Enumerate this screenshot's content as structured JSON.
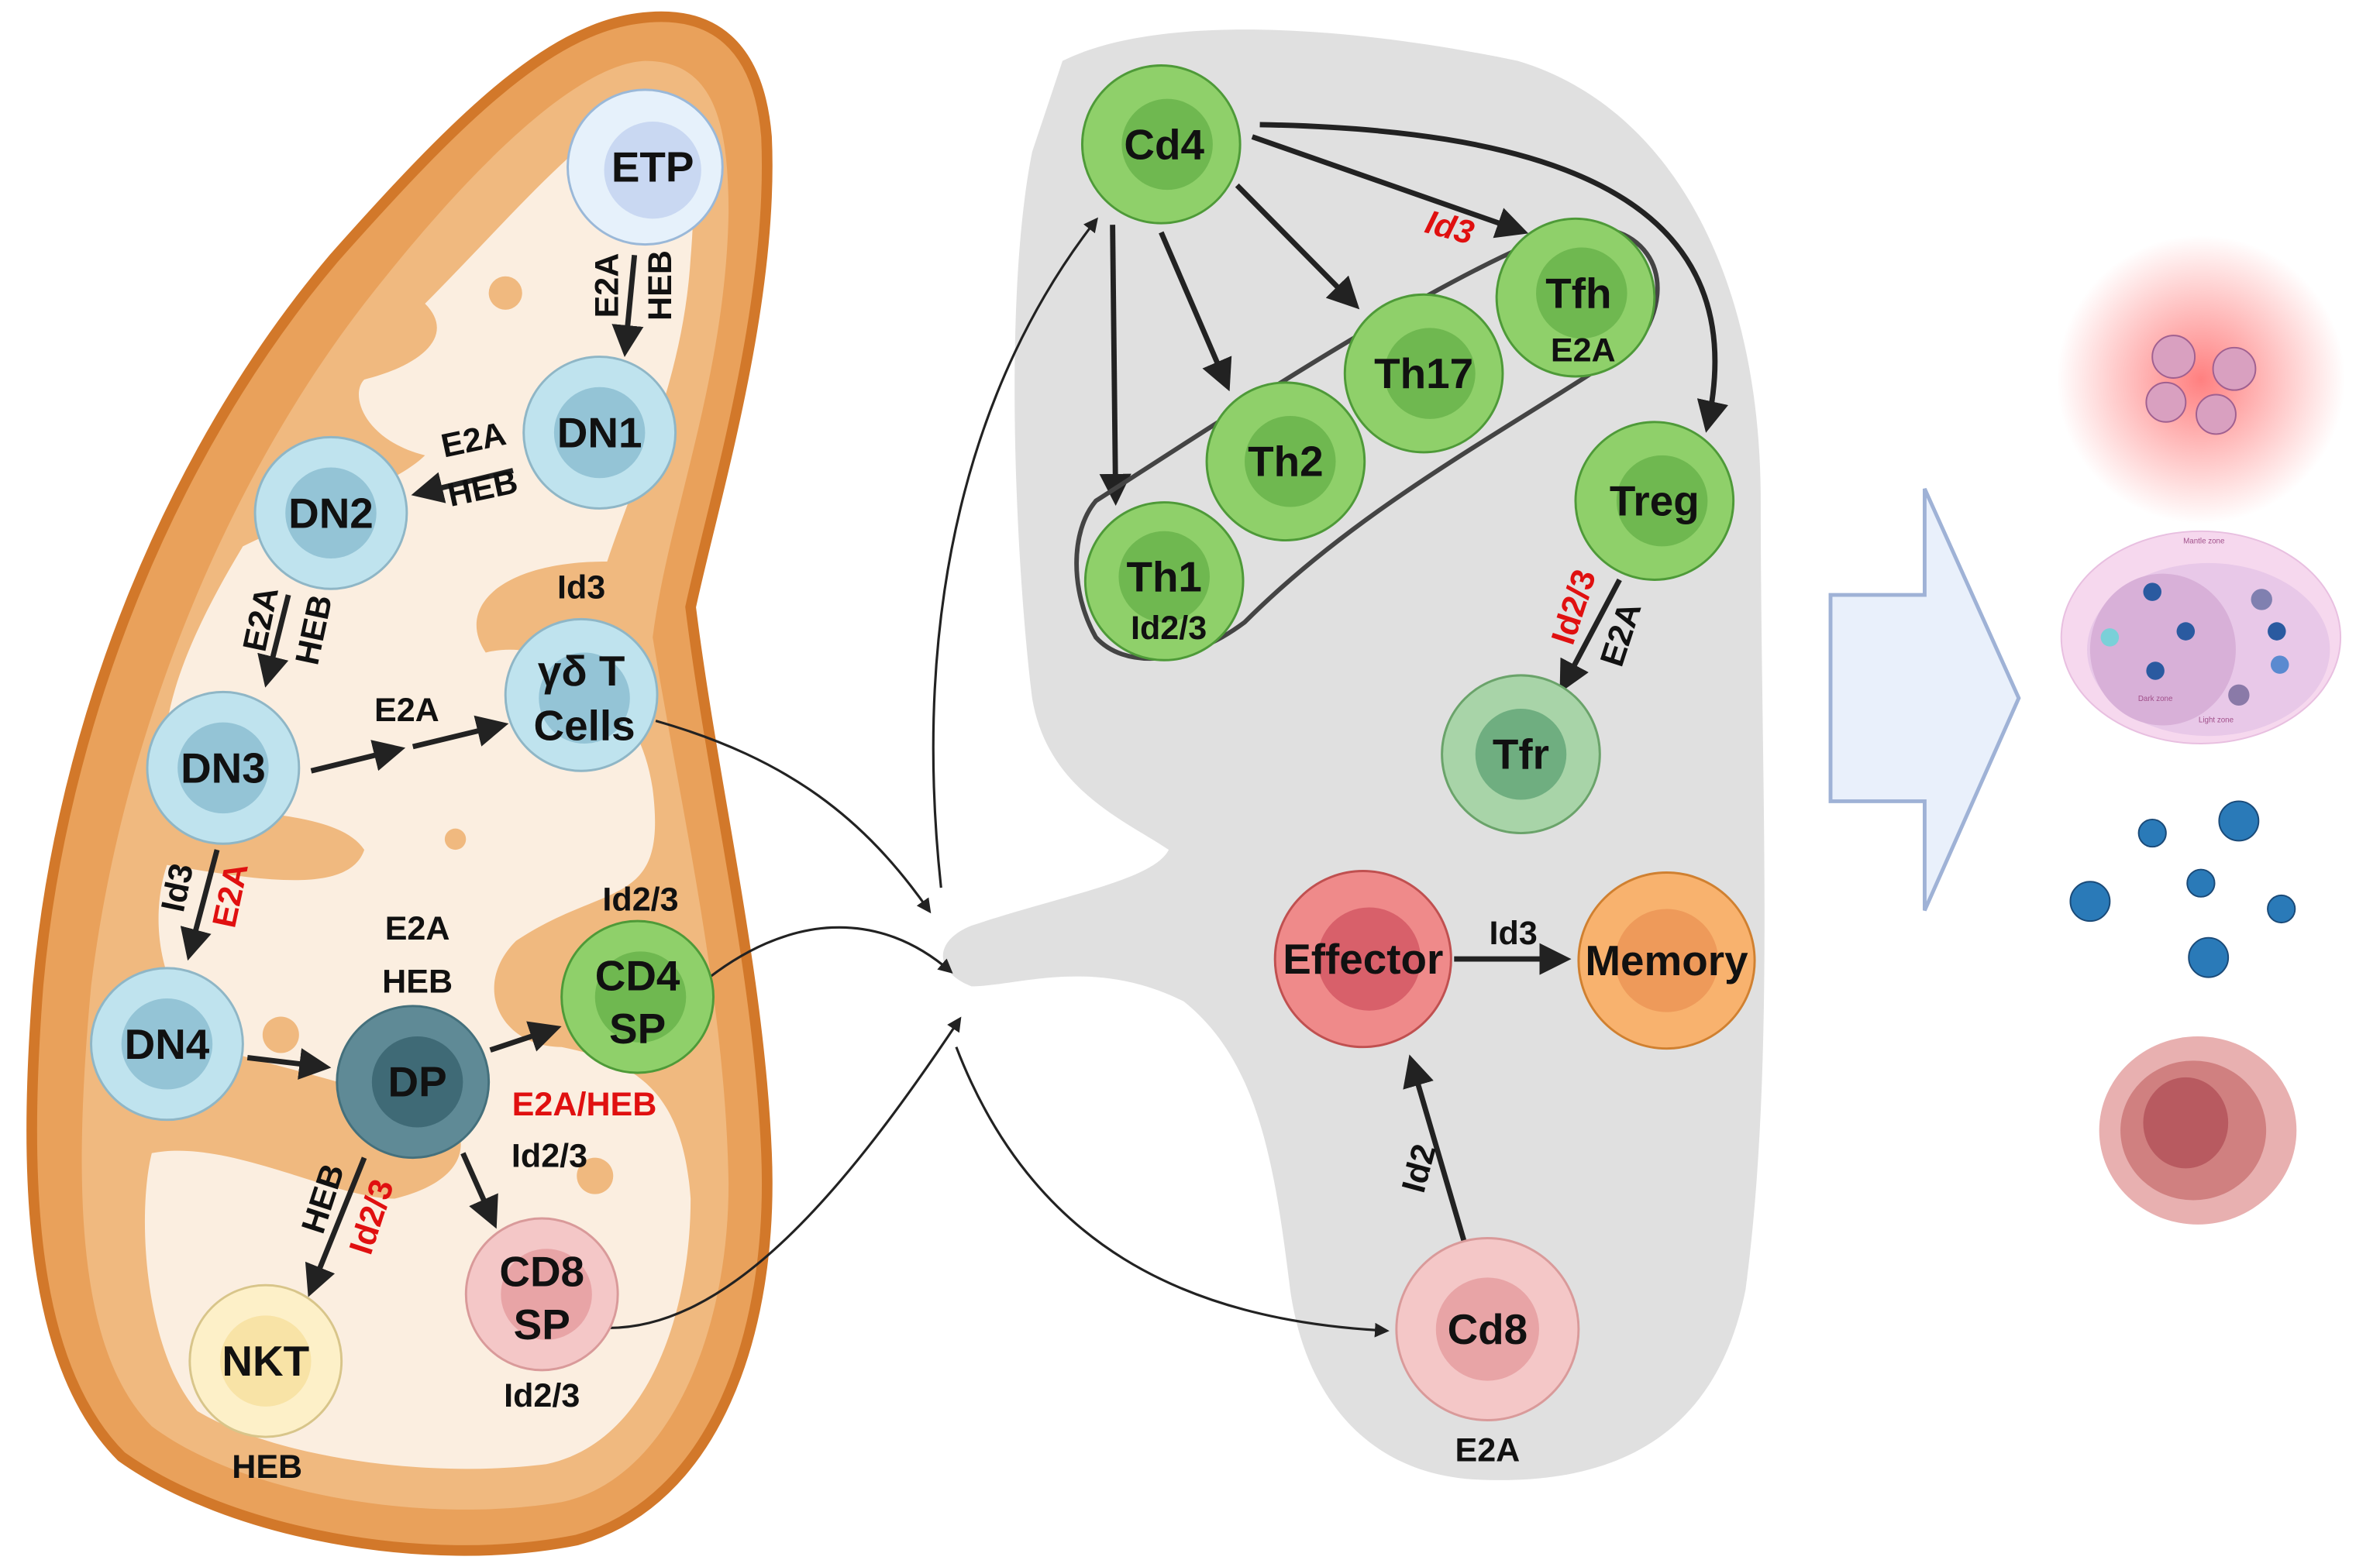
{
  "thymus": {
    "cells": {
      "etp": "ETP",
      "dn1": "DN1",
      "dn2": "DN2",
      "dn3": "DN3",
      "dn4": "DN4",
      "gd_line1": "γδ T",
      "gd_line2": "Cells",
      "dp": "DP",
      "cd4sp_line1": "CD4",
      "cd4sp_line2": "SP",
      "cd8sp_line1": "CD8",
      "cd8sp_line2": "SP",
      "nkt": "NKT"
    },
    "factors": {
      "etp_dn1_a": "E2A",
      "etp_dn1_b": "HEB",
      "dn1_dn2_a": "E2A",
      "dn1_dn2_b": "HEB",
      "dn2_dn3_a": "E2A",
      "dn2_dn3_b": "HEB",
      "dn3_gd": "E2A",
      "gd_top": "Id3",
      "dn3_dn4_a": "Id3",
      "dn3_dn4_b": "E2A",
      "dp_top_a": "E2A",
      "dp_top_b": "HEB",
      "cd4sp_top": "Id2/3",
      "dp_cd4_red": "E2A/HEB",
      "dp_cd8": "Id2/3",
      "dp_nkt_a": "HEB",
      "dp_nkt_b": "Id2/3",
      "cd8sp_bottom": "Id2/3",
      "nkt_bottom": "HEB"
    }
  },
  "spleen": {
    "cells": {
      "cd4": "Cd4",
      "th1": "Th1",
      "th2": "Th2",
      "th17": "Th17",
      "tfh": "Tfh",
      "treg": "Treg",
      "tfr": "Tfr",
      "effector": "Effector",
      "memory": "Memory",
      "cd8": "Cd8"
    },
    "factors": {
      "cd4_tfh": "Id3",
      "th1": "Id2/3",
      "tfh": "E2A",
      "treg_tfr_a": "Id2/3",
      "treg_tfr_b": "E2A",
      "effector_memory": "Id3",
      "cd8_effector": "Id2",
      "cd8": "E2A"
    }
  },
  "outcomes": {
    "germinal_center": {
      "mantle": "Mantle zone",
      "dark": "Dark zone",
      "light": "Light zone"
    }
  },
  "colors": {
    "thymus_outer": "#e8a25e",
    "thymus_inner": "#fbeee0",
    "spleen": "#e0e0e0",
    "red_text": "#e01010"
  }
}
